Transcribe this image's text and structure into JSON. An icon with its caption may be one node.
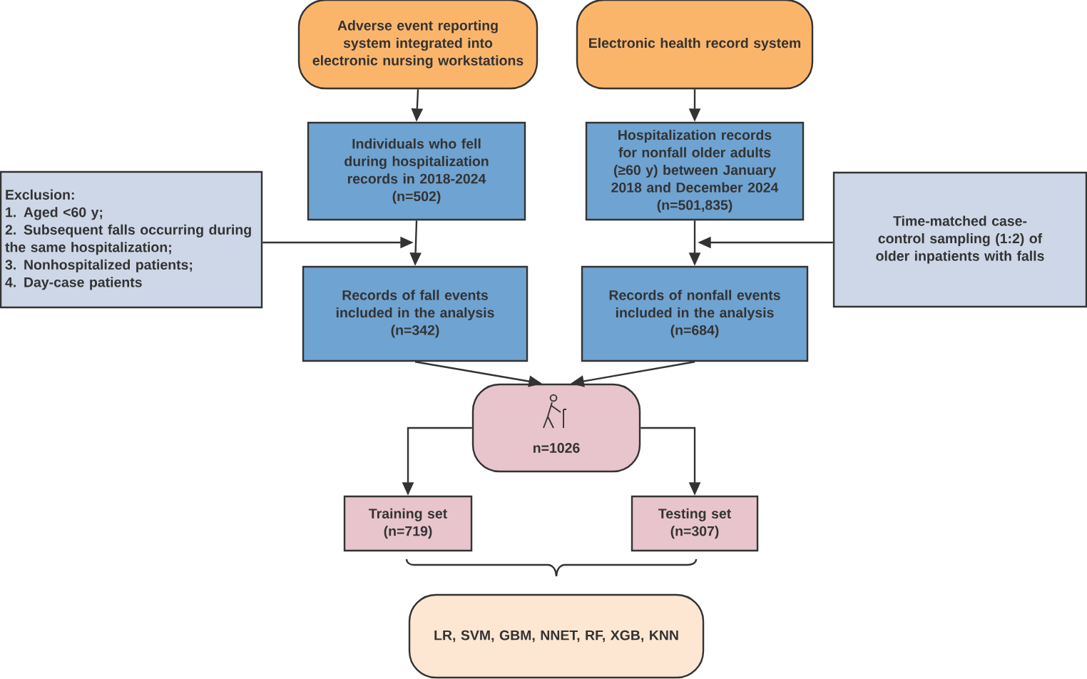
{
  "diagram": {
    "nodes": [
      {
        "text": [
          "Adverse event reporting system integrated into electronic nursing workstations"
        ]
      },
      {
        "text": [
          "Electronic health record system"
        ]
      },
      {
        "text": [
          "Individuals who fell during hospitalization records in 2018-2024",
          "(n=502)"
        ]
      },
      {
        "text": [
          "Hospitalization records for nonfall older adults (≥60 y) between January 2018 and December 2024",
          "(n=501,835)"
        ]
      },
      {
        "text": [
          "Exclusion:",
          "1. Aged <60 y;",
          "2. Subsequent falls occurring during the same hospitalization;",
          "3. Nonhospitalized patients;",
          "4. Day-case patients"
        ]
      },
      {
        "text": [
          "Time-matched case-control sampling (1:2) of older inpatients with falls"
        ]
      },
      {
        "text": [
          "Records of fall events included in the analysis",
          "(n=342)"
        ]
      },
      {
        "text": [
          "Records of nonfall events included in the analysis",
          "(n=684)"
        ]
      },
      {
        "text": [
          "n=1026"
        ]
      },
      {
        "text": [
          "Training set",
          "(n=719)"
        ]
      },
      {
        "text": [
          "Testing set",
          "(n=307)"
        ]
      },
      {
        "text": [
          "LR, SVM, GBM, NNET, RF, XGB, KNN"
        ]
      }
    ],
    "edges": [
      {
        "from": 0,
        "to": 2,
        "arrow": "to"
      },
      {
        "from": 1,
        "to": 3,
        "arrow": "to"
      },
      {
        "from": 2,
        "to": 6,
        "arrow": "to"
      },
      {
        "from": 3,
        "to": 7,
        "arrow": "to"
      },
      {
        "from": 4,
        "to": null,
        "arrow": "to"
      },
      {
        "from": 5,
        "to": null,
        "arrow": "to"
      },
      {
        "from": 6,
        "to": 8,
        "arrow": "to"
      },
      {
        "from": 7,
        "to": 8,
        "arrow": "to"
      },
      {
        "from": 8,
        "to": 9,
        "arrow": "to"
      },
      {
        "from": 8,
        "to": 10,
        "arrow": "to"
      }
    ]
  }
}
